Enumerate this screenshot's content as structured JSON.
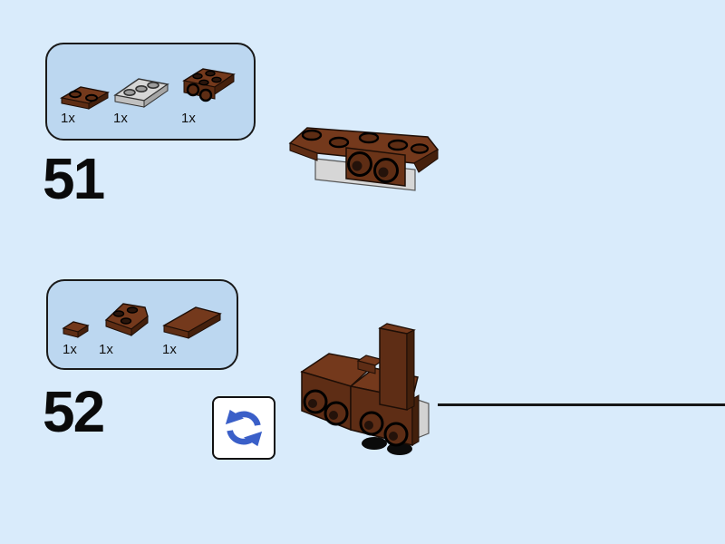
{
  "page": {
    "background": "#d9ebfb"
  },
  "steps": [
    {
      "number": "51",
      "parts": [
        {
          "qty": "1x",
          "piece": "reddish-brown plate 1x2"
        },
        {
          "qty": "1x",
          "piece": "light-gray plate 1x3"
        },
        {
          "qty": "1x",
          "piece": "reddish-brown bracket 2x2 with side studs"
        }
      ]
    },
    {
      "number": "52",
      "parts": [
        {
          "qty": "1x",
          "piece": "reddish-brown tile 1x1"
        },
        {
          "qty": "1x",
          "piece": "reddish-brown wedge plate 2x2"
        },
        {
          "qty": "1x",
          "piece": "reddish-brown tile 1x3"
        }
      ],
      "rotate_icon": "rotate-model"
    }
  ],
  "colors": {
    "background": "#d9ebfb",
    "panel_fill": "#bcd7f0",
    "panel_border": "#1a1a1a",
    "brick_brown_top": "#74391c",
    "brick_brown_front": "#5e2d14",
    "brick_brown_side": "#45200c",
    "brick_gray": "#d6d6d6",
    "rotate_arrow_blue": "#3a5fc8",
    "divider_line": "#161616"
  }
}
